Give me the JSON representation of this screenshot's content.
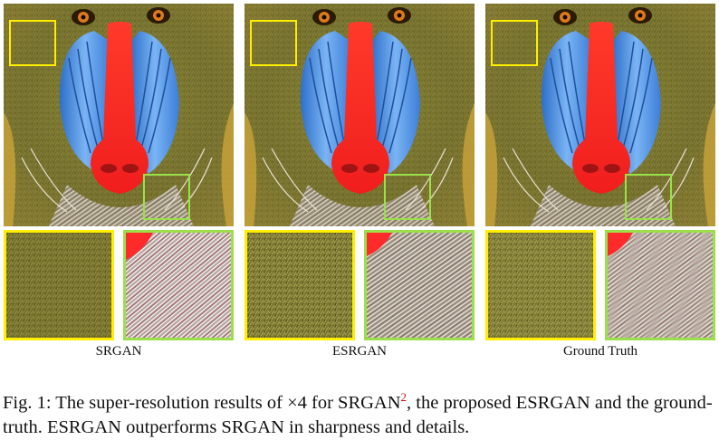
{
  "panels": [
    {
      "label": "SRGAN"
    },
    {
      "label": "ESRGAN"
    },
    {
      "label": "Ground Truth"
    }
  ],
  "caption": {
    "prefix": "Fig. 1: The super-resolution results of ×4 for SRGAN",
    "footnote": "2",
    "suffix": ", the proposed ESRGAN and the ground-truth. ESRGAN outperforms SRGAN in sharpness and details."
  },
  "colors": {
    "yellow_box": "#ffee00",
    "green_box": "#9be04a",
    "nose": "#ff2a2a",
    "cheek": "#4a8fe6",
    "fur": "#7c7a2c"
  },
  "image": "mandrill-face"
}
